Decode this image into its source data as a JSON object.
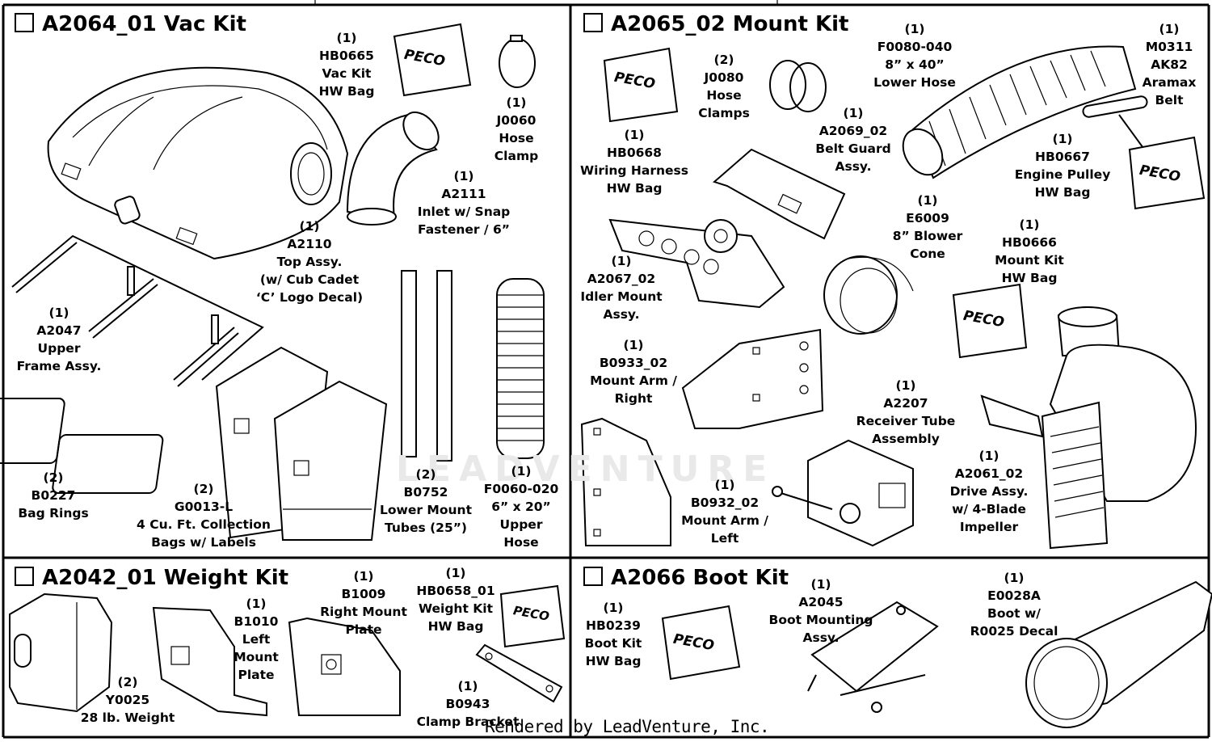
{
  "kits": [
    {
      "title": "A2064_01 Vac Kit",
      "parts": [
        {
          "lines": [
            "(1)",
            "HB0665",
            "Vac Kit",
            "HW Bag"
          ]
        },
        {
          "lines": [
            "(1)",
            "J0060",
            "Hose",
            "Clamp"
          ]
        },
        {
          "lines": [
            "(1)",
            "A2111",
            "Inlet w/ Snap",
            "Fastener / 6”"
          ]
        },
        {
          "lines": [
            "(1)",
            "A2110",
            "Top Assy.",
            "(w/ Cub Cadet",
            "‘C’ Logo Decal)"
          ]
        },
        {
          "lines": [
            "(1)",
            "A2047",
            "Upper",
            "Frame Assy."
          ]
        },
        {
          "lines": [
            "(2)",
            "B0227",
            "Bag Rings"
          ]
        },
        {
          "lines": [
            "(2)",
            "G0013-L",
            "4 Cu. Ft. Collection",
            "Bags w/ Labels"
          ]
        },
        {
          "lines": [
            "(2)",
            "B0752",
            "Lower Mount",
            "Tubes (25”)"
          ]
        },
        {
          "lines": [
            "(1)",
            "F0060-020",
            "6” x 20”",
            "Upper",
            "Hose"
          ]
        }
      ]
    },
    {
      "title": "A2065_02 Mount Kit",
      "parts": [
        {
          "lines": [
            "(1)",
            "HB0668",
            "Wiring Harness",
            "HW Bag"
          ]
        },
        {
          "lines": [
            "(2)",
            "J0080",
            "Hose",
            "Clamps"
          ]
        },
        {
          "lines": [
            "(1)",
            "F0080-040",
            "8” x 40”",
            "Lower Hose"
          ]
        },
        {
          "lines": [
            "(1)",
            "M0311",
            "AK82",
            "Aramax",
            "Belt"
          ]
        },
        {
          "lines": [
            "(1)",
            "A2069_02",
            "Belt Guard",
            "Assy."
          ]
        },
        {
          "lines": [
            "(1)",
            "HB0667",
            "Engine Pulley",
            "HW Bag"
          ]
        },
        {
          "lines": [
            "(1)",
            "E6009",
            "8” Blower",
            "Cone"
          ]
        },
        {
          "lines": [
            "(1)",
            "HB0666",
            "Mount Kit",
            "HW Bag"
          ]
        },
        {
          "lines": [
            "(1)",
            "A2067_02",
            "Idler Mount",
            "Assy."
          ]
        },
        {
          "lines": [
            "(1)",
            "B0933_02",
            "Mount Arm /",
            "Right"
          ]
        },
        {
          "lines": [
            "(1)",
            "A2207",
            "Receiver Tube",
            "Assembly"
          ]
        },
        {
          "lines": [
            "(1)",
            "B0932_02",
            "Mount Arm /",
            "Left"
          ]
        },
        {
          "lines": [
            "(1)",
            "A2061_02",
            "Drive Assy.",
            "w/ 4-Blade",
            "Impeller"
          ]
        }
      ]
    },
    {
      "title": "A2042_01 Weight Kit",
      "parts": [
        {
          "lines": [
            "(1)",
            "B1010",
            "Left",
            "Mount",
            "Plate"
          ]
        },
        {
          "lines": [
            "(1)",
            "B1009",
            "Right Mount",
            "Plate"
          ]
        },
        {
          "lines": [
            "(1)",
            "HB0658_01",
            "Weight Kit",
            "HW Bag"
          ]
        },
        {
          "lines": [
            "(2)",
            "Y0025",
            "28 lb. Weight"
          ]
        },
        {
          "lines": [
            "(1)",
            "B0943",
            "Clamp Bracket"
          ]
        }
      ]
    },
    {
      "title": "A2066 Boot Kit",
      "parts": [
        {
          "lines": [
            "(1)",
            "HB0239",
            "Boot Kit",
            "HW Bag"
          ]
        },
        {
          "lines": [
            "(1)",
            "A2045",
            "Boot Mounting",
            "Assy."
          ]
        },
        {
          "lines": [
            "(1)",
            "E0028A",
            "Boot w/",
            "R0025 Decal"
          ]
        }
      ]
    }
  ],
  "bag_brand": "PECO",
  "watermark": "LEADVENTURE",
  "footer": "Rendered by LeadVenture, Inc."
}
